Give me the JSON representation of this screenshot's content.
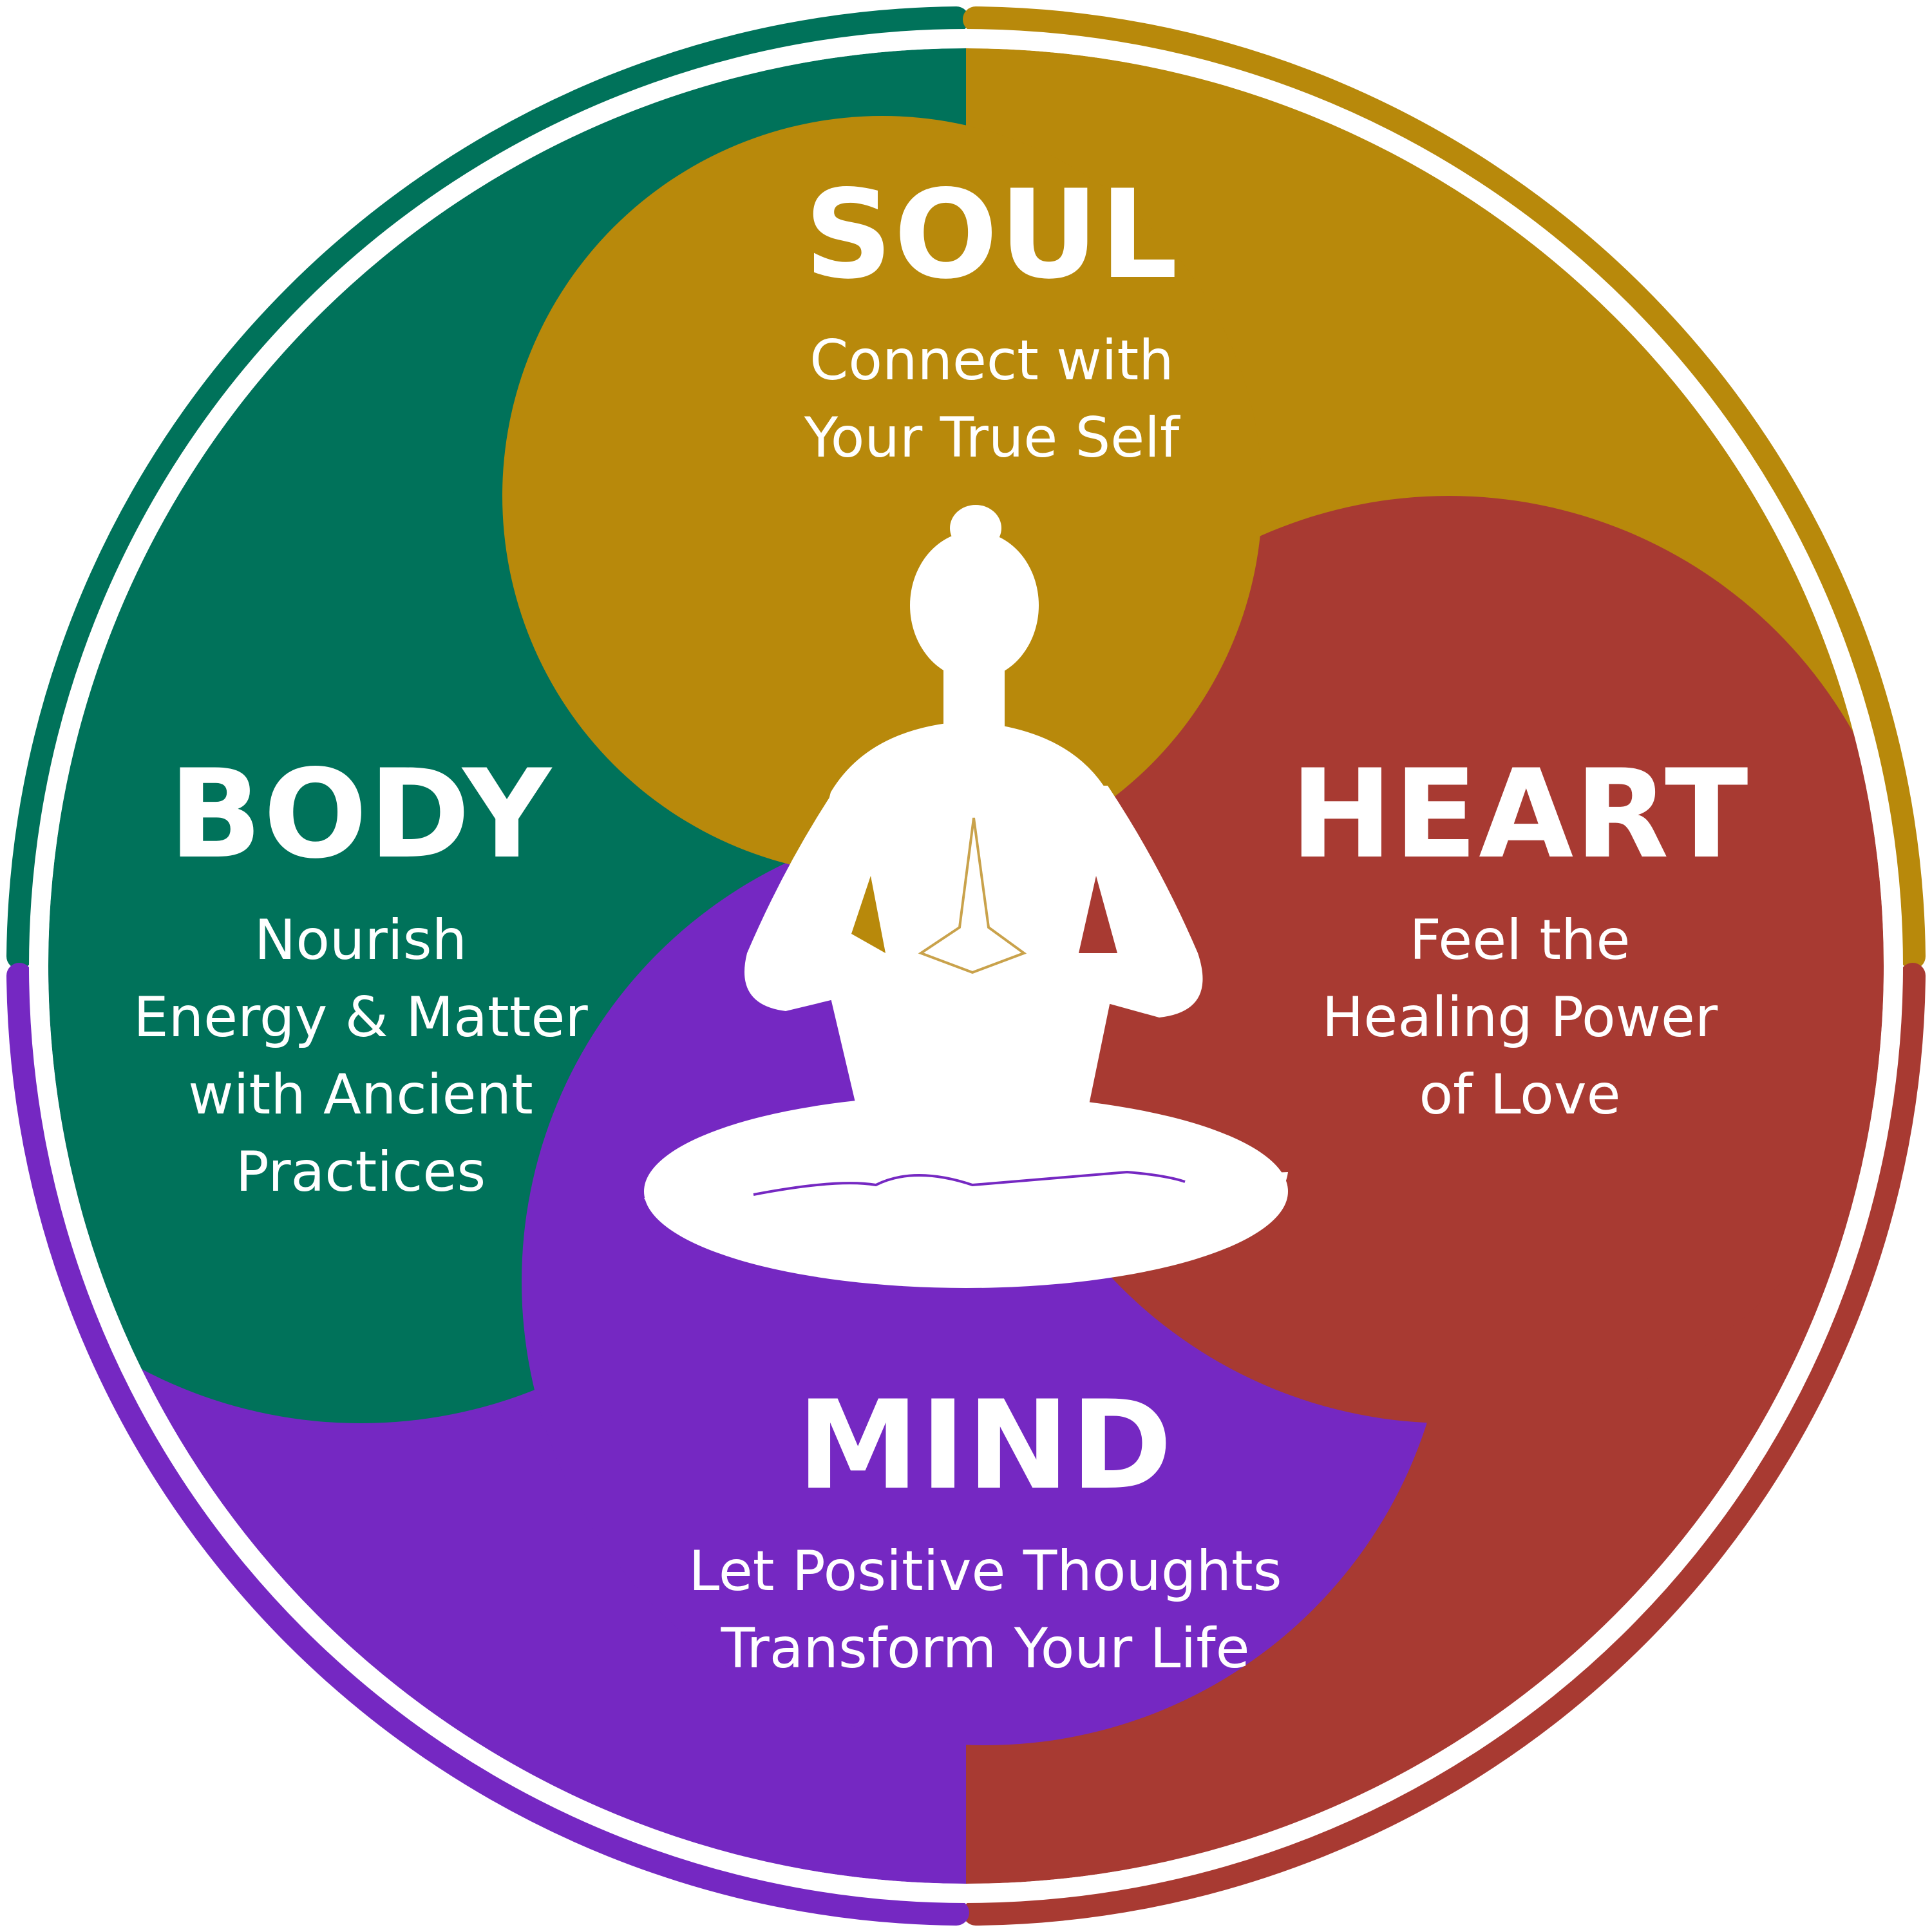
{
  "diagram": {
    "type": "holistic-wellness-wheel",
    "colors": {
      "soul": "#B8890B",
      "heart": "#A83A32",
      "mind": "#7528C2",
      "body": "#00725A",
      "figure": "#FFFFFF",
      "background": "#FFFFFF"
    },
    "sections": {
      "soul": {
        "title": "SOUL",
        "lines": [
          "Connect with",
          "Your True Self"
        ]
      },
      "heart": {
        "title": "HEART",
        "lines": [
          "Feel the",
          "Healing Power",
          "of Love"
        ]
      },
      "mind": {
        "title": "MIND",
        "lines": [
          "Let Positive Thoughts",
          "Transform Your Life"
        ]
      },
      "body": {
        "title": "BODY",
        "lines": [
          "Nourish",
          "Energy & Matter",
          "with Ancient",
          "Practices"
        ]
      }
    },
    "center_icon": "meditating-figure-icon"
  }
}
